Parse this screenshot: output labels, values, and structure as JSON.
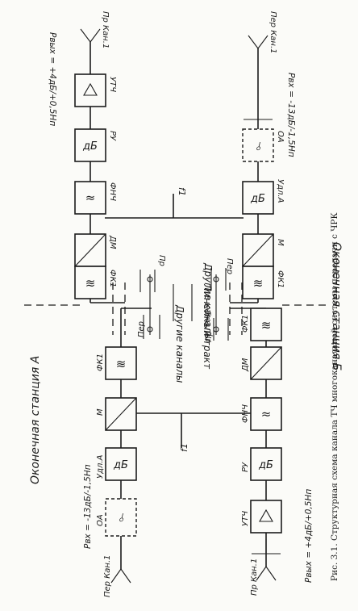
{
  "caption": "Рис. 3.1. Структурная схема канала ТЧ многоканальной системы передачи с ЧРК",
  "station_a": {
    "title": "Оконечная станция А",
    "in_label": "Пер Кан.1",
    "out_label": "Пр Кан.1",
    "in_level": "Pвх = -13дБ/-1,5Нп",
    "out_level": "Pвых = +4дБ/+0,5Нп",
    "tx": [
      "ОА",
      "Удл.А",
      "М",
      "ФК1"
    ],
    "rx": [
      "УТЧ",
      "РУ",
      "ФНЧ",
      "ДМ",
      "ФК1"
    ],
    "freq": "f1",
    "other": "Другие каналы"
  },
  "station_b": {
    "title": "Оконечная станция Б",
    "in_label": "Пер Кан.1",
    "out_label": "Пр Кан.1",
    "in_level": "Pвх = -13дБ/-1,5Нп",
    "out_level": "Pвых = +4дБ/+0,5Нп",
    "tx": [
      "ОА",
      "Удл.А",
      "М",
      "ФК1"
    ],
    "rx": [
      "УТЧ",
      "РУ",
      "ФНЧ",
      "ДМ",
      "ФК1"
    ],
    "freq": "f1",
    "other": "Другие каналы"
  },
  "line": {
    "title": "Линейный тракт",
    "a_tx": "Пер",
    "a_rx": "Пр",
    "b_tx": "Пер",
    "b_rx": "Пр"
  }
}
